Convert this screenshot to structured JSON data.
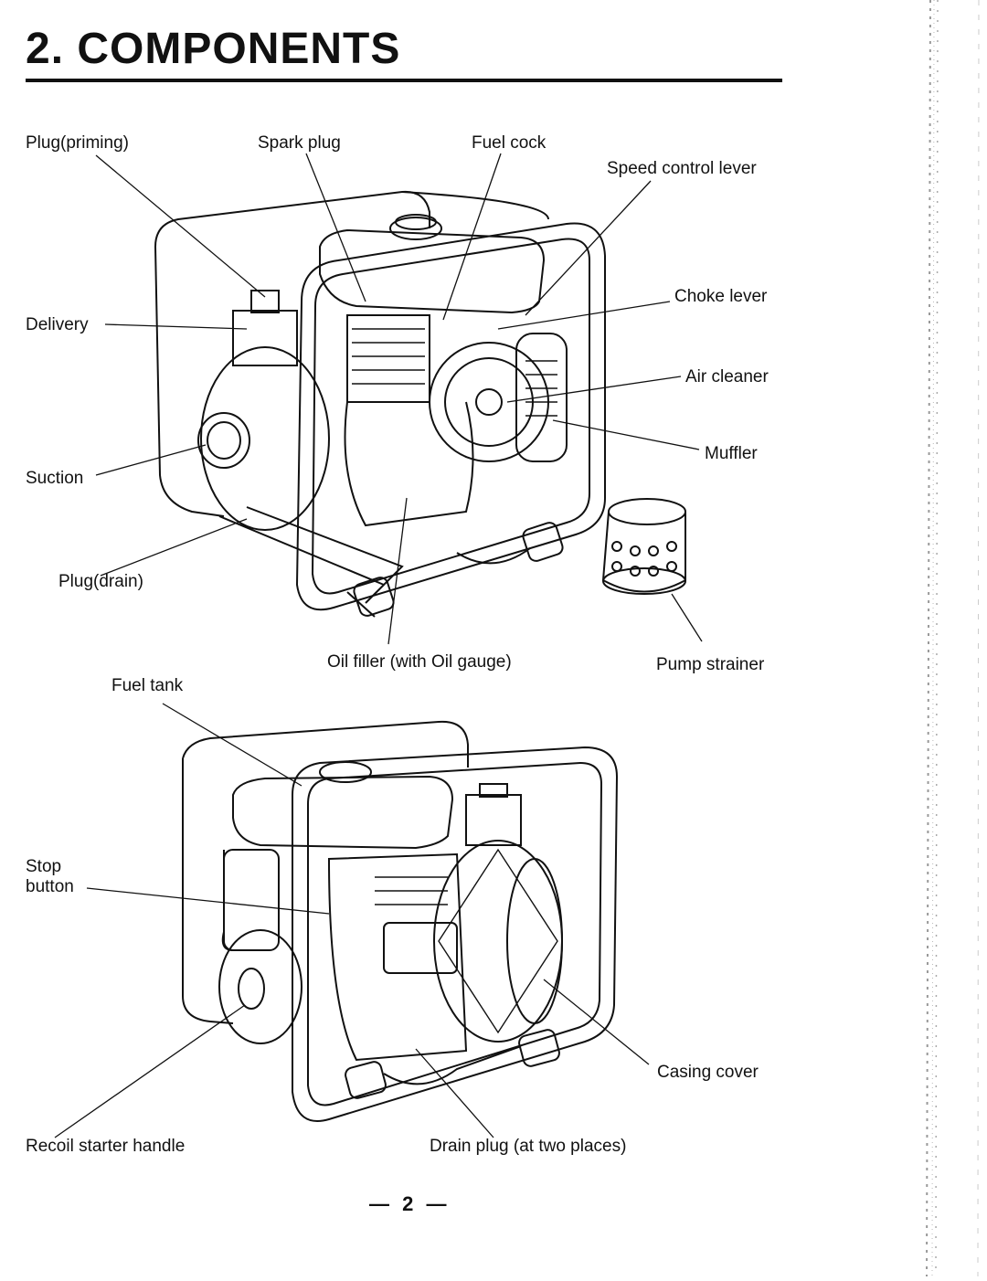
{
  "title": "2. COMPONENTS",
  "page_number": "— 2 —",
  "top_figure_labels": {
    "plug_priming": "Plug(priming)",
    "spark_plug": "Spark plug",
    "fuel_cock": "Fuel  cock",
    "speed_control_lever": "Speed control lever",
    "choke_lever": "Choke lever",
    "delivery": "Delivery",
    "air_cleaner": "Air cleaner",
    "muffler": "Muffler",
    "suction": "Suction",
    "plug_drain": "Plug(drain)",
    "oil_filler": "Oil filler (with Oil gauge)",
    "pump_strainer": "Pump strainer"
  },
  "bottom_figure_labels": {
    "fuel_tank": "Fuel tank",
    "stop_button_line1": "Stop",
    "stop_button_line2": "button",
    "casing_cover": "Casing  cover",
    "recoil_starter_handle": "Recoil  starter  handle",
    "drain_plug": "Drain plug (at two places)"
  }
}
